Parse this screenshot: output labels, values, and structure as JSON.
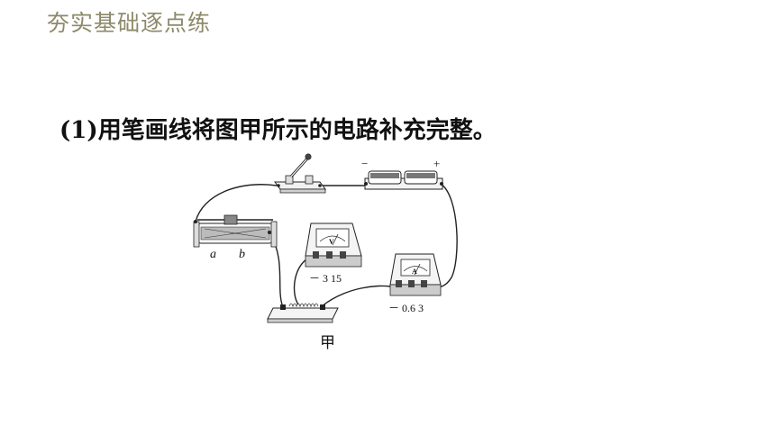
{
  "header": {
    "title": "夯实基础逐点练"
  },
  "question": {
    "text": "(1)用笔画线将图甲所示的电路补充完整。"
  },
  "figure": {
    "caption": "甲",
    "battery": {
      "minus": "−",
      "plus": "+"
    },
    "rheostat": {
      "terminal_a": "a",
      "terminal_b": "b"
    },
    "voltmeter": {
      "symbol": "V",
      "terminals": "－ 3 15"
    },
    "ammeter": {
      "symbol": "A",
      "terminals": "－ 0.6 3"
    }
  }
}
